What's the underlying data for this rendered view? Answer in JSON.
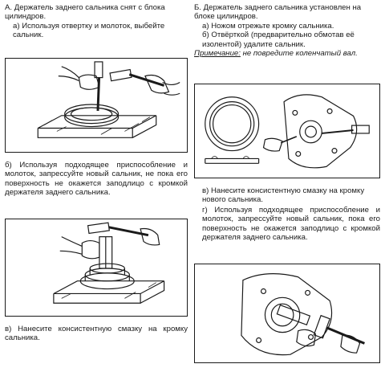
{
  "left": {
    "heading": "А. Держатель заднего сальника снят с блока цилиндров.",
    "step_a": "а) Используя отвертку и молоток, выбейте сальник.",
    "step_b": "б) Используя подходящее приспособление и молоток, запрессуйте новый сальник, не пока его поверхность не окажется заподлицо с кромкой держателя заднего сальника.",
    "step_c": "в) Нанесите консистентную смазку на кромку сальника."
  },
  "right": {
    "heading": "Б. Держатель заднего сальника установлен на блоке цилиндров.",
    "step_a": "а) Ножом отрежьте кромку сальника.",
    "step_b": "б) Отвёрткой (предварительно обмотав её изолентой) удалите сальник.",
    "note_label": "Примечание:",
    "note_text": " не повредите коленчатый вал.",
    "step_c": "в) Нанесите консистентную смазку на кромку нового сальника.",
    "step_d": "г) Используя подходящее приспособление и молоток, запрессуйте новый сальник, пока его поверхность не окажется заподлицо с кромкой держателя заднего сальника."
  }
}
